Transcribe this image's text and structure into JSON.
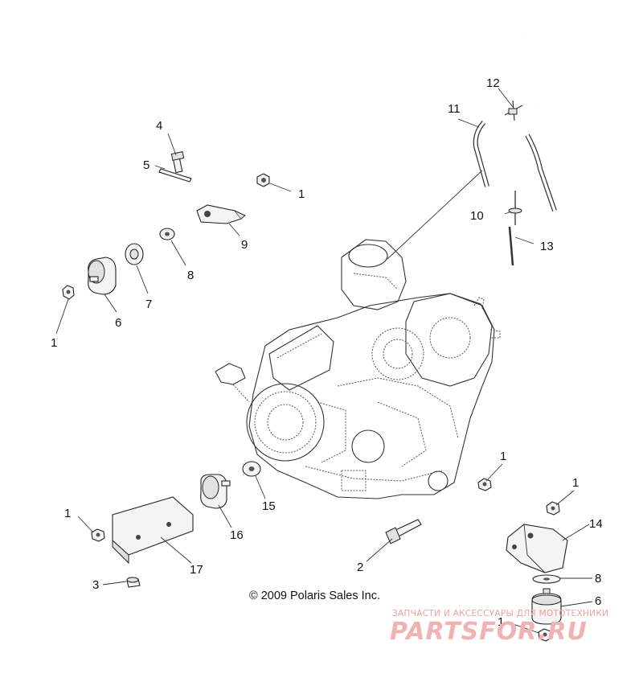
{
  "callouts": [
    {
      "id": "c4a",
      "text": "4"
    },
    {
      "id": "c5a",
      "text": "5"
    },
    {
      "id": "c1a",
      "text": "1"
    },
    {
      "id": "c9",
      "text": "9"
    },
    {
      "id": "c8a",
      "text": "8"
    },
    {
      "id": "c7",
      "text": "7"
    },
    {
      "id": "c6a",
      "text": "6"
    },
    {
      "id": "c1b",
      "text": "1"
    },
    {
      "id": "c11",
      "text": "11"
    },
    {
      "id": "c12",
      "text": "12"
    },
    {
      "id": "c10",
      "text": "10"
    },
    {
      "id": "c13",
      "text": "13"
    },
    {
      "id": "c1c",
      "text": "1"
    },
    {
      "id": "c1d",
      "text": "1"
    },
    {
      "id": "c14",
      "text": "14"
    },
    {
      "id": "c8b",
      "text": "8"
    },
    {
      "id": "c6b",
      "text": "6"
    },
    {
      "id": "c1e",
      "text": "1"
    },
    {
      "id": "c1f",
      "text": "1"
    },
    {
      "id": "c15",
      "text": "15"
    },
    {
      "id": "c16",
      "text": "16"
    },
    {
      "id": "c17",
      "text": "17"
    },
    {
      "id": "c3",
      "text": "3"
    },
    {
      "id": "c2",
      "text": "2"
    }
  ],
  "copyright": "© 2009 Polaris Sales Inc.",
  "watermark": {
    "small": "ЗАПЧАСТИ И АКСЕССУАРЫ ДЛЯ МОТОТЕХНИКИ",
    "big": "PARTSFOR.RU"
  }
}
